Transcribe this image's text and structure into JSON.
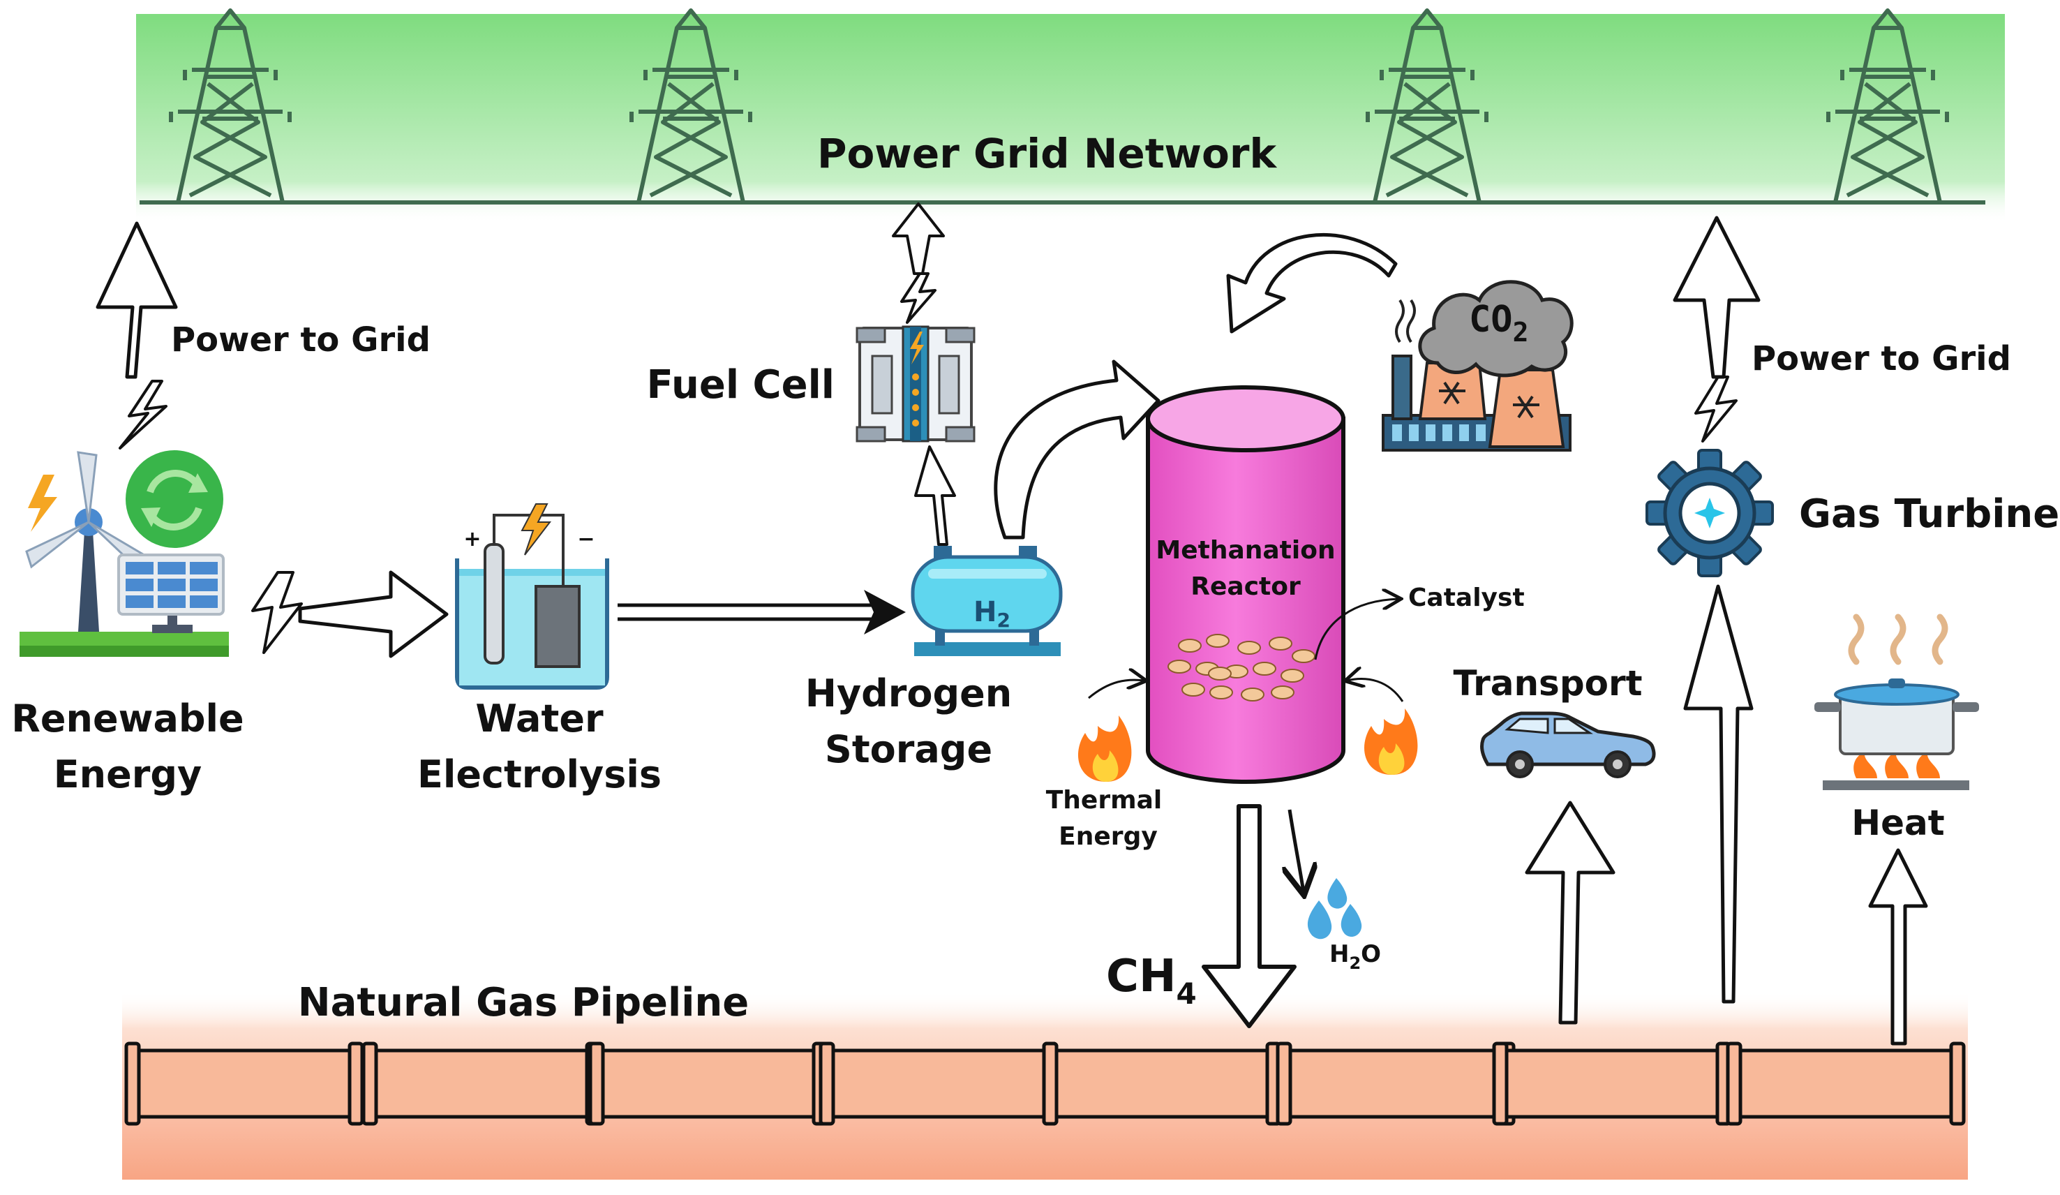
{
  "labels": {
    "grid_network": "Power Grid Network",
    "power_to_grid_left": "Power to Grid",
    "power_to_grid_right": "Power to Grid",
    "fuel_cell": "Fuel Cell",
    "renewable_line1": "Renewable",
    "renewable_line2": "Energy",
    "water_line1": "Water",
    "water_line2": "Electrolysis",
    "hydrogen_line1": "Hydrogen",
    "hydrogen_line2": "Storage",
    "reactor_line1": "Methanation",
    "reactor_line2": "Reactor",
    "catalyst": "Catalyst",
    "thermal_line1": "Thermal",
    "thermal_line2": "Energy",
    "transport": "Transport",
    "gas_turbine": "Gas Turbine",
    "heat": "Heat",
    "pipeline": "Natural Gas Pipeline",
    "ch4_main": "CH",
    "ch4_sub": "4",
    "h2o_h": "H",
    "h2o_sub": "2",
    "h2o_o": "O",
    "h2_tank_main": "H",
    "h2_tank_sub": "2",
    "co2_main": "CO",
    "co2_sub": "2",
    "plus_sign": "+",
    "minus_sign": "−"
  },
  "colors": {
    "grid_band": "#7fdc7f",
    "pipeline_band": "#f8a584",
    "tower": "#3f6b4f",
    "reactor": "#f266d2",
    "reactor_top": "#f7a6e6",
    "water": "#9fe6f2",
    "tank": "#5fd6ee",
    "flame": "#ff7a1a",
    "car": "#8fbbe6",
    "gear": "#2d6a96",
    "plant": "#f3a77d",
    "smoke": "#9a9a9a",
    "arrow_fill": "#ffffff",
    "arrow_stroke": "#111111"
  },
  "icons": [
    "transmission-tower-icon",
    "lightning-icon",
    "wind-turbine-icon",
    "solar-panel-icon",
    "recycle-icon",
    "electrolysis-cell-icon",
    "hydrogen-tank-icon",
    "fuel-cell-icon",
    "factory-icon",
    "co2-cloud-icon",
    "flame-icon",
    "water-drops-icon",
    "car-icon",
    "gear-icon",
    "cooking-pot-icon",
    "pipe-segment-icon"
  ]
}
